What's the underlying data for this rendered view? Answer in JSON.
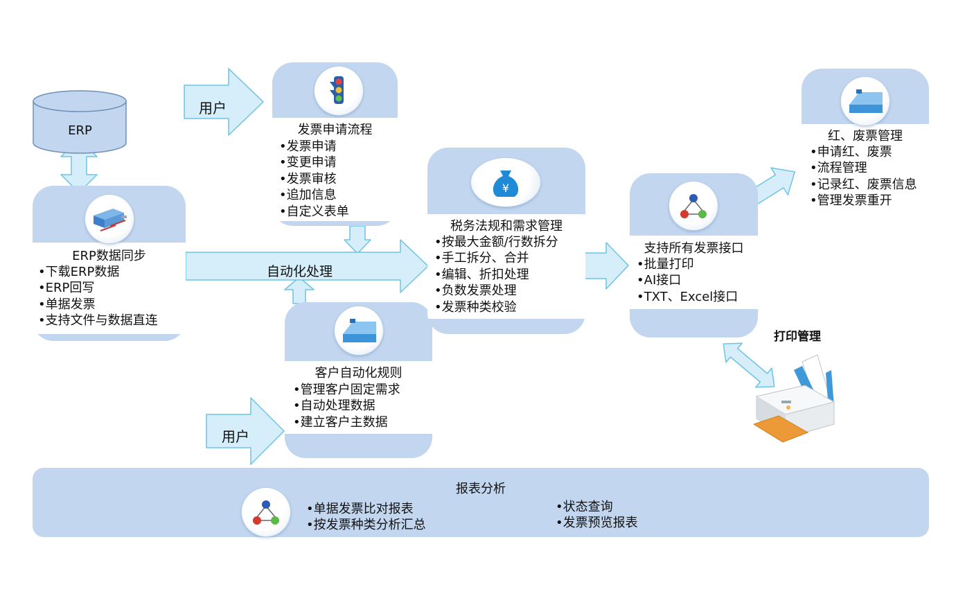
{
  "erp_db": {
    "label": "ERP"
  },
  "arrows": {
    "user_top": "用户",
    "user_bottom": "用户",
    "auto_process": "自动化处理"
  },
  "cards": {
    "erp_sync": {
      "title": "ERP数据同步",
      "items": [
        "下载ERP数据",
        "ERP回写",
        "单据发票",
        "支持文件与数据直连"
      ]
    },
    "invoice_apply": {
      "title": "发票申请流程",
      "items": [
        "发票申请",
        "变更申请",
        "发票审核",
        "追加信息",
        "自定义表单"
      ]
    },
    "customer_rules": {
      "title": "客户自动化规则",
      "items": [
        "管理客户固定需求",
        "自动处理数据",
        "建立客户主数据"
      ]
    },
    "tax_rules": {
      "title": "税务法规和需求管理",
      "items": [
        "按最大金额/行数拆分",
        "手工拆分、合并",
        "编辑、折扣处理",
        "负数发票处理",
        "发票种类校验"
      ]
    },
    "interfaces": {
      "title": "支持所有发票接口",
      "items": [
        "批量打印",
        "AI接口",
        "TXT、Excel接口"
      ]
    },
    "red_void": {
      "title": "红、废票管理",
      "items": [
        "申请红、废票",
        "流程管理",
        "记录红、废票信息",
        "管理发票重开"
      ]
    }
  },
  "print": {
    "label": "打印管理"
  },
  "report": {
    "title": "报表分析",
    "col1": [
      "单据发票比对报表",
      "按发票种类分析汇总"
    ],
    "col2": [
      "状态查询",
      "发票预览报表"
    ]
  },
  "colors": {
    "band": "#c2d6ef",
    "arrow_fill": "#d5eef9",
    "arrow_stroke": "#6cc3e6",
    "yen_icon": "#1f8bd6"
  }
}
